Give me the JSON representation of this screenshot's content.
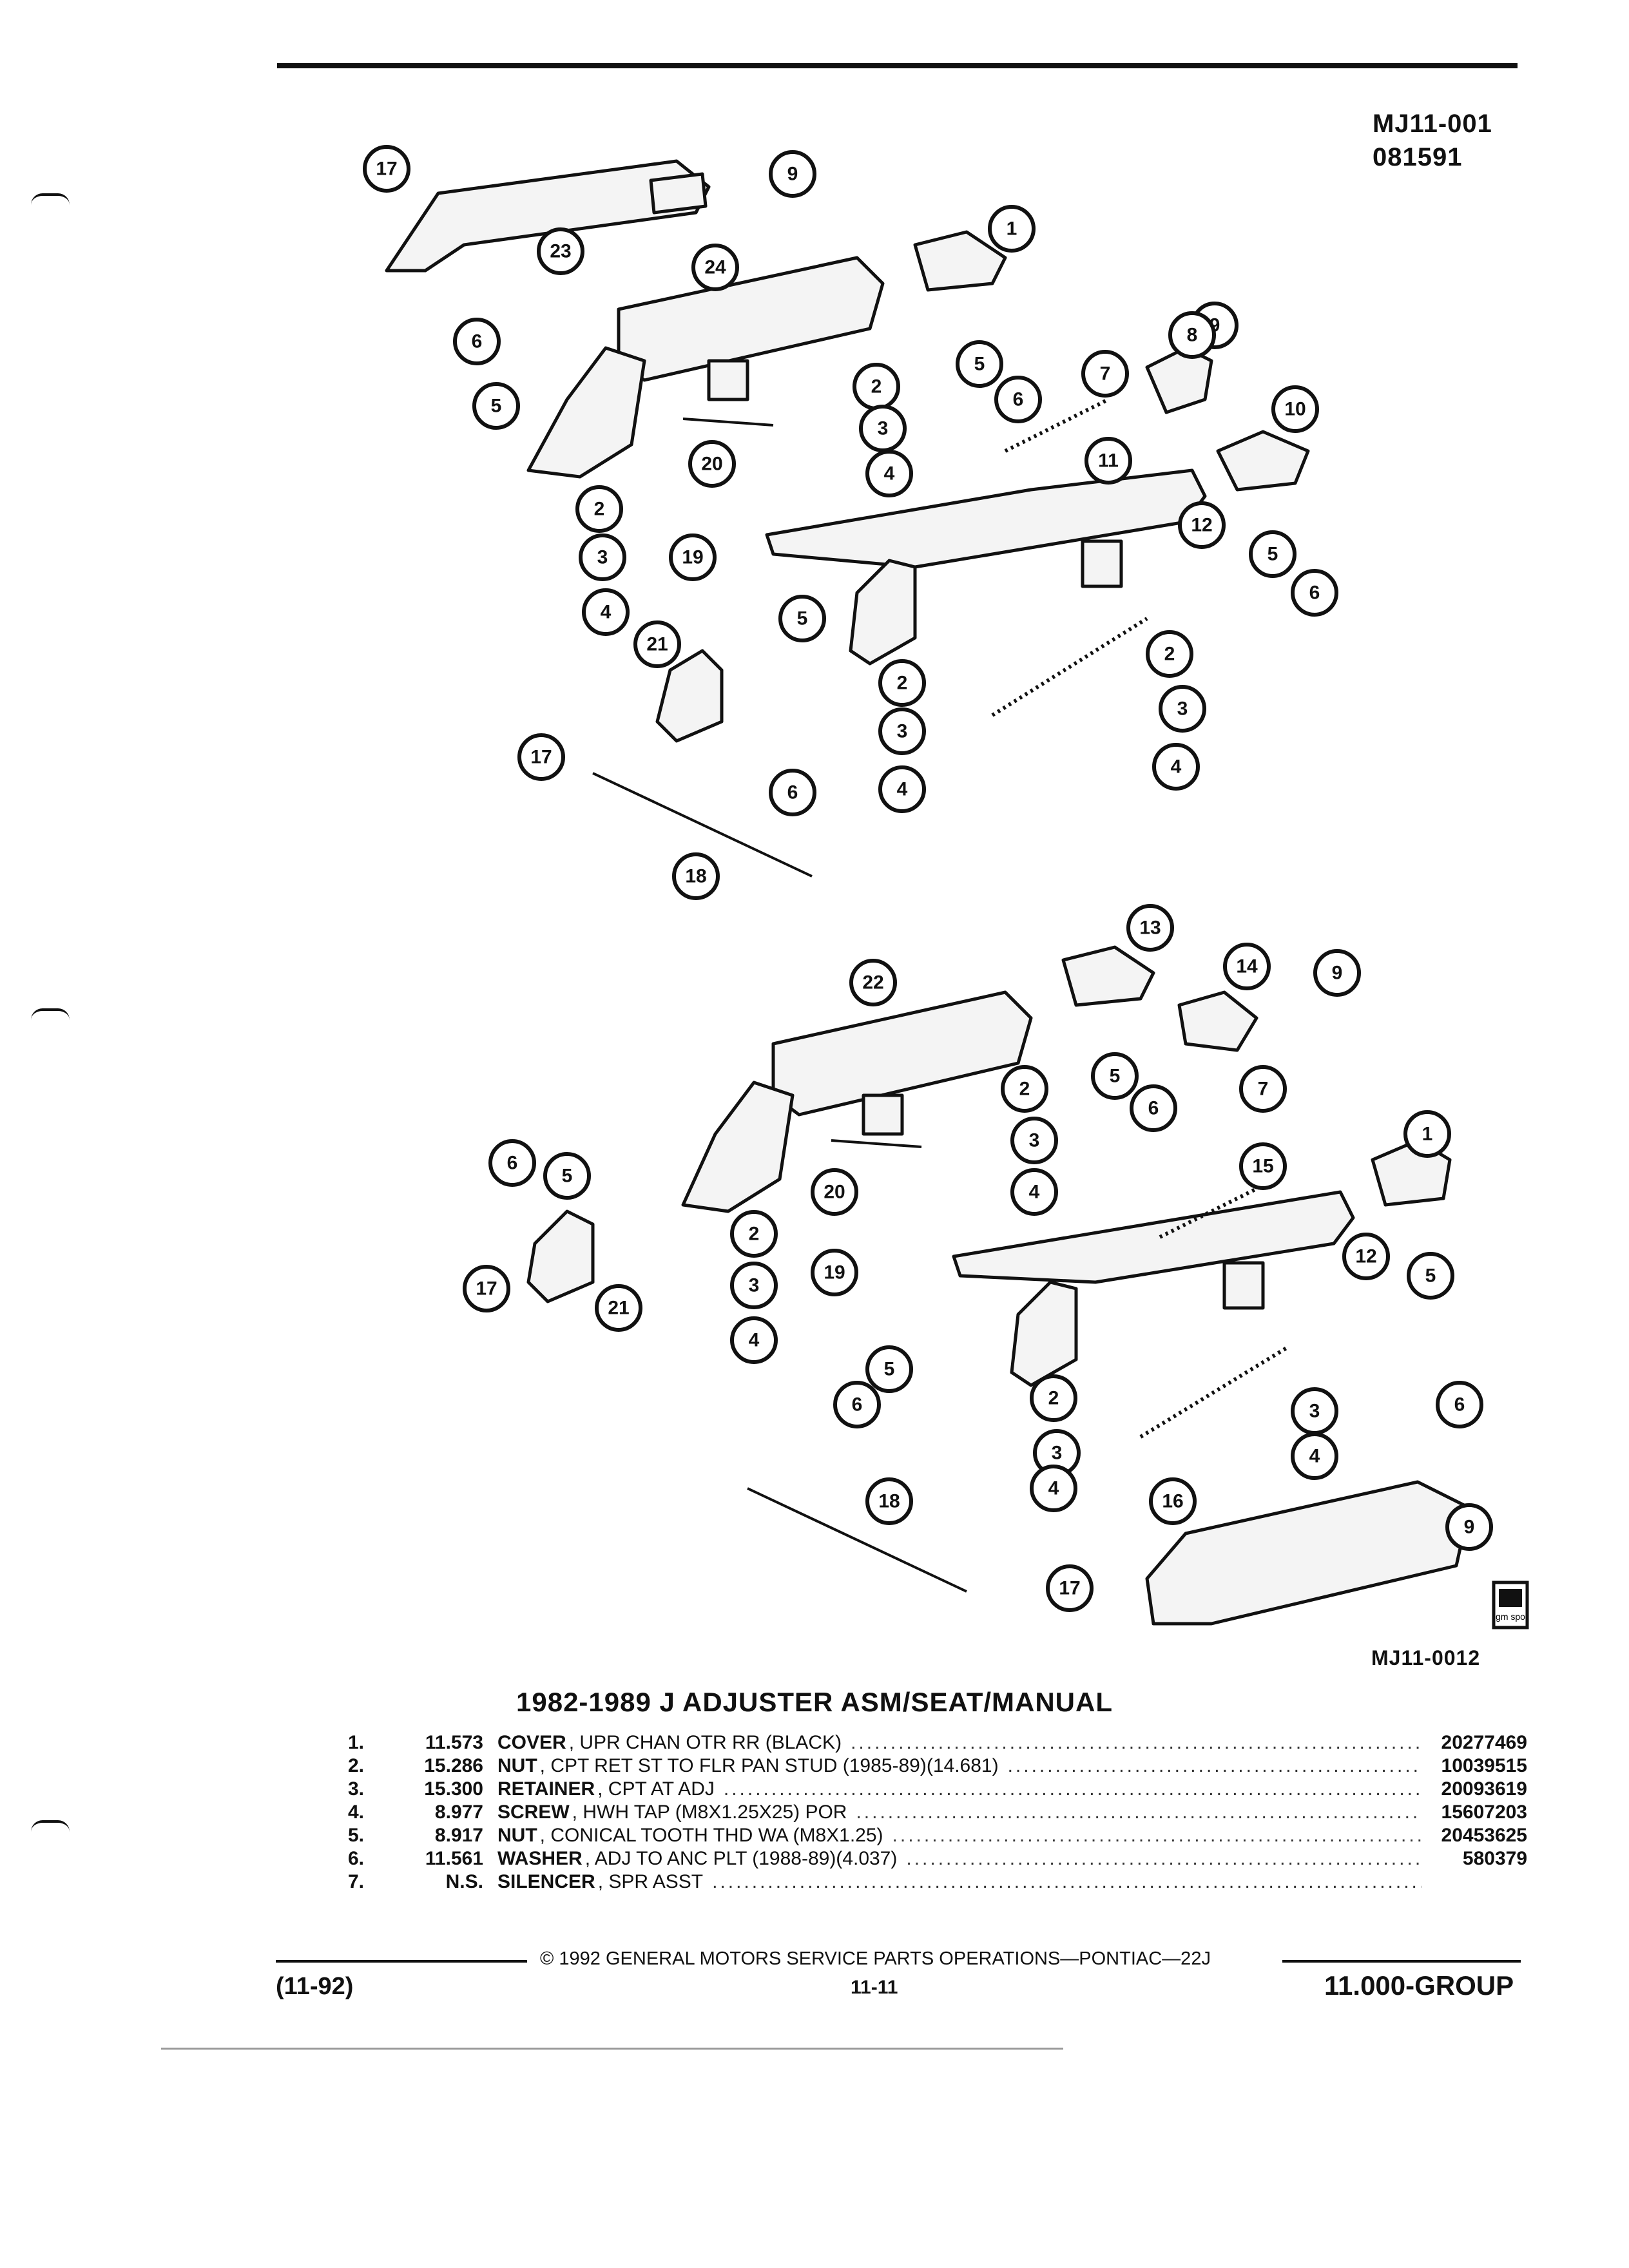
{
  "header": {
    "illustration_code": "MJ11-001",
    "date_code": "081591"
  },
  "diagram": {
    "figure_code": "MJ11-0012",
    "logo_text": "gm spo",
    "callouts_upper": [
      "17",
      "9",
      "23",
      "1",
      "24",
      "6",
      "5",
      "9",
      "8",
      "2",
      "5",
      "6",
      "7",
      "3",
      "10",
      "4",
      "20",
      "11",
      "2",
      "12",
      "19",
      "3",
      "5",
      "4",
      "6",
      "5",
      "21",
      "2",
      "2",
      "3",
      "3",
      "17",
      "4",
      "6",
      "4",
      "18"
    ],
    "callouts_lower": [
      "13",
      "22",
      "14",
      "9",
      "2",
      "5",
      "6",
      "7",
      "6",
      "3",
      "1",
      "5",
      "20",
      "4",
      "15",
      "17",
      "2",
      "19",
      "21",
      "12",
      "3",
      "5",
      "4",
      "2",
      "5",
      "3",
      "6",
      "6",
      "3",
      "4",
      "4",
      "18",
      "16",
      "9",
      "17"
    ]
  },
  "parts_list": {
    "title": "1982-1989 J ADJUSTER ASM/SEAT/MANUAL",
    "items": [
      {
        "num": "1.",
        "code": "11.573",
        "name": "COVER",
        "desc": ", UPR CHAN OTR RR (BLACK)",
        "part_no": "20277469"
      },
      {
        "num": "2.",
        "code": "15.286",
        "name": "NUT",
        "desc": ", CPT RET ST TO FLR PAN STUD (1985-89)(14.681)",
        "part_no": "10039515"
      },
      {
        "num": "3.",
        "code": "15.300",
        "name": "RETAINER",
        "desc": ", CPT AT ADJ",
        "part_no": "20093619"
      },
      {
        "num": "4.",
        "code": "8.977",
        "name": "SCREW",
        "desc": ", HWH TAP (M8X1.25X25) POR",
        "part_no": "15607203"
      },
      {
        "num": "5.",
        "code": "8.917",
        "name": "NUT",
        "desc": ", CONICAL TOOTH THD WA (M8X1.25)",
        "part_no": "20453625"
      },
      {
        "num": "6.",
        "code": "11.561",
        "name": "WASHER",
        "desc": ", ADJ TO ANC PLT (1988-89)(4.037)",
        "part_no": "580379"
      },
      {
        "num": "7.",
        "code": "N.S.",
        "name": "SILENCER",
        "desc": ", SPR ASST",
        "part_no": ""
      }
    ]
  },
  "footer": {
    "copyright": "© 1992 GENERAL MOTORS SERVICE PARTS OPERATIONS—PONTIAC—22J",
    "date_code": "(11-92)",
    "page_number": "11-11",
    "group": "11.000-GROUP"
  }
}
